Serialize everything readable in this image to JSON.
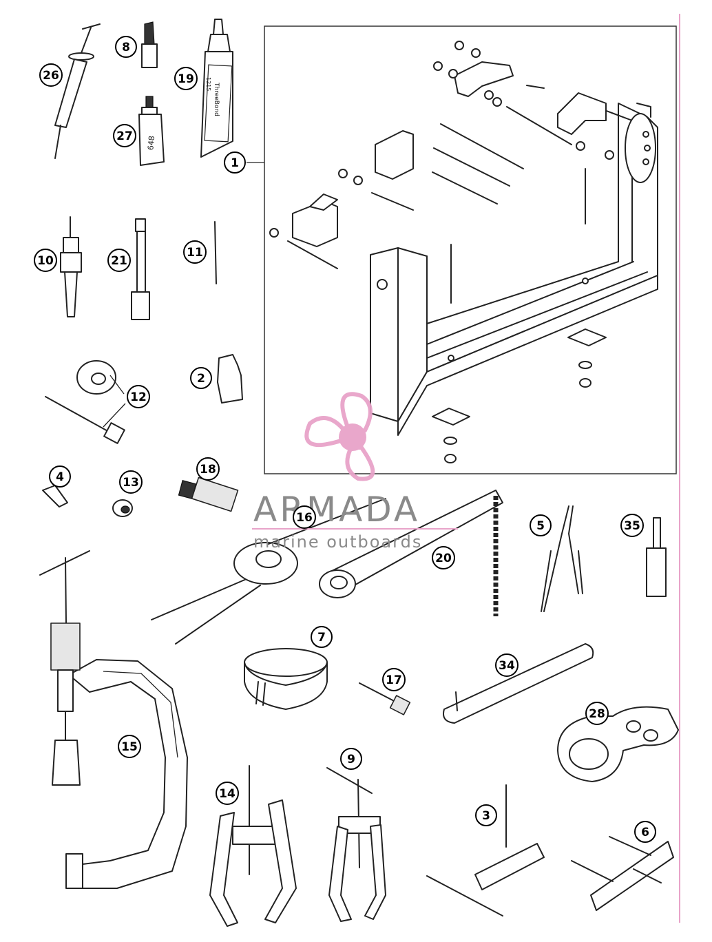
{
  "colors": {
    "accent_pink": "#e8a3c9",
    "watermark_gray": "#8a8a8a",
    "line": "#222222"
  },
  "watermark": {
    "title": "ARMADA",
    "subtitle": "marine outboards"
  },
  "callouts": {
    "c1": "1",
    "c2": "2",
    "c3": "3",
    "c4": "4",
    "c5": "5",
    "c6": "6",
    "c7": "7",
    "c8": "8",
    "c9": "9",
    "c10": "10",
    "c11": "11",
    "c12": "12",
    "c13": "13",
    "c14": "14",
    "c15": "15",
    "c16": "16",
    "c17": "17",
    "c18": "18",
    "c19": "19",
    "c20": "20",
    "c21": "21",
    "c26": "26",
    "c27": "27",
    "c28": "28",
    "c34": "34",
    "c35": "35"
  },
  "labels": {
    "tube_brand": "ThreeBond",
    "tube_code": "1215",
    "bottle_code": "648"
  }
}
